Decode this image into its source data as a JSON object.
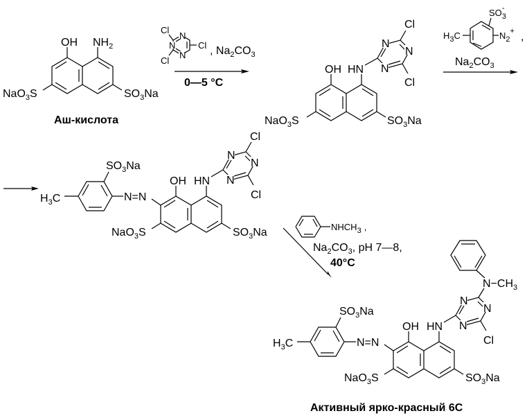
{
  "title": "Синтез активного ярко-красного 6С",
  "colors": {
    "ink": "#000000",
    "background": "#ffffff"
  },
  "molecules": {
    "h_acid": {
      "caption": "Аш-кислота",
      "oh": "OH",
      "nh2": "NH",
      "nh2_sub": "2",
      "left_group": "NaO",
      "left_sub": "3",
      "left_tail": "S",
      "right_group": "SO",
      "right_sub": "3",
      "right_tail": "Na"
    },
    "intermediate_1": {
      "oh": "OH",
      "nh": "HN",
      "triazine_n": "N",
      "cl": "Cl",
      "left_group": "NaO",
      "left_sub": "3",
      "left_tail": "S",
      "right_group": "SO",
      "right_sub": "3",
      "right_tail": "Na"
    },
    "intermediate_2": {
      "so3na": "SO",
      "so3na_sub": "3",
      "so3na_tail": "Na",
      "h3c": "H",
      "h3c_sub": "3",
      "h3c_tail": "C",
      "azo": "N=N",
      "oh": "OH",
      "nh": "HN",
      "triazine_n": "N",
      "cl": "Cl",
      "left_group": "NaO",
      "left_sub": "3",
      "left_tail": "S",
      "right_group": "SO",
      "right_sub": "3",
      "right_tail": "Na"
    },
    "product": {
      "caption": "Активный ярко-красный 6С",
      "so3na": "SO",
      "so3na_sub": "3",
      "so3na_tail": "Na",
      "h3c": "H",
      "h3c_sub": "3",
      "h3c_tail": "C",
      "azo": "N=N",
      "oh": "OH",
      "nh": "HN",
      "triazine_n": "N",
      "cl": "Cl",
      "nme": "N−CH",
      "nme_sub": "3",
      "left_group": "NaO",
      "left_sub": "3",
      "left_tail": "S",
      "right_group": "SO",
      "right_sub": "3",
      "right_tail": "Na"
    }
  },
  "steps": [
    {
      "reagent_cyanuric": {
        "cl": "Cl",
        "n": "N"
      },
      "reagent_extra": ", Na",
      "reagent_extra_sub": "2",
      "reagent_extra_tail": "CO",
      "reagent_extra_sub2": "3",
      "condition": "0—5 °C"
    },
    {
      "diazo_so3": "SO",
      "diazo_so3_sub": "3",
      "diazo_so3_charge": "-",
      "diazo_h3c": "H",
      "diazo_h3c_sub": "3",
      "diazo_h3c_tail": "C",
      "diazo_n2": "N",
      "diazo_n2_sub": "2",
      "diazo_n2_charge": "+",
      "diazo_comma": ",",
      "base": "Na",
      "base_sub": "2",
      "base_tail": "CO",
      "base_sub2": "3"
    },
    {
      "amine": "NHCH",
      "amine_sub": "3",
      "amine_comma": ",",
      "base": "Na",
      "base_sub": "2",
      "base_tail": "CO",
      "base_sub2": "3",
      "base_rest": ", pH 7—8,",
      "temperature": "40°C"
    }
  ]
}
